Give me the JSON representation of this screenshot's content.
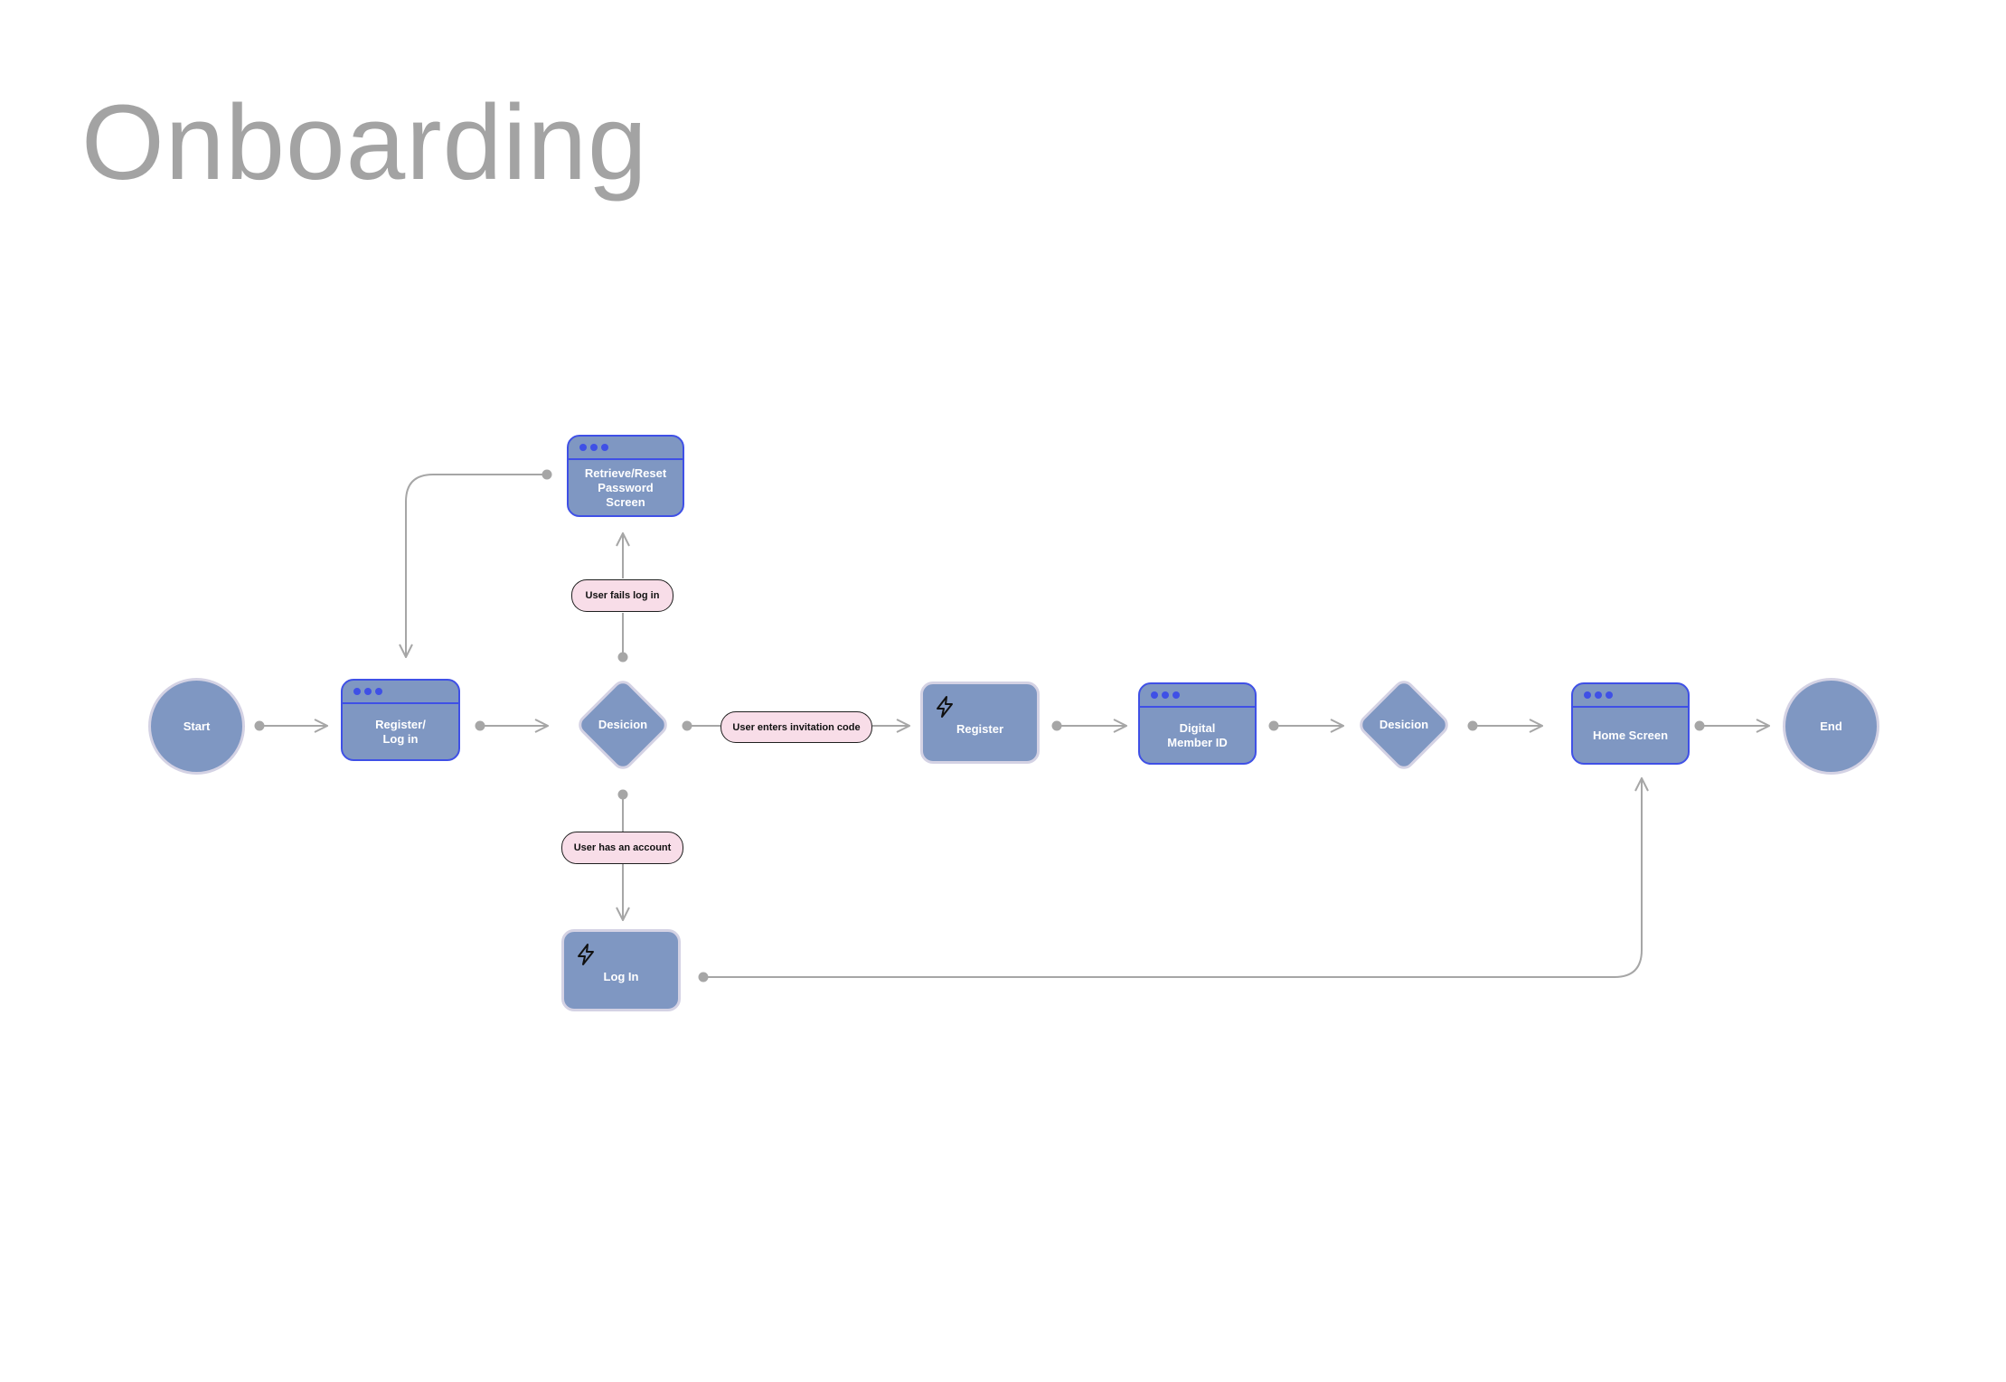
{
  "title": "Onboarding",
  "colors": {
    "node_fill": "#7f97c2",
    "screen_border": "#3f50e6",
    "node_border": "#d4d2e4",
    "connector": "#a6a6a6",
    "pill_fill": "#f8dde8",
    "title": "#a3a3a3"
  },
  "nodes": {
    "start": "Start",
    "register_login": "Register/\nLog in",
    "decision_1": "Desicion",
    "retrieve_reset": "Retrieve/Reset\nPassword\nScreen",
    "register": "Register",
    "log_in": "Log In",
    "digital_member_id": "Digital\nMember ID",
    "decision_2": "Desicion",
    "home_screen": "Home Screen",
    "end": "End"
  },
  "edge_labels": {
    "user_fails_log_in": "User fails log in",
    "user_enters_invitation_code": "User enters invitation code",
    "user_has_an_account": "User has an account"
  },
  "icons": {
    "screen_window_dots": "window-dots-icon",
    "action": "lightning-icon"
  }
}
